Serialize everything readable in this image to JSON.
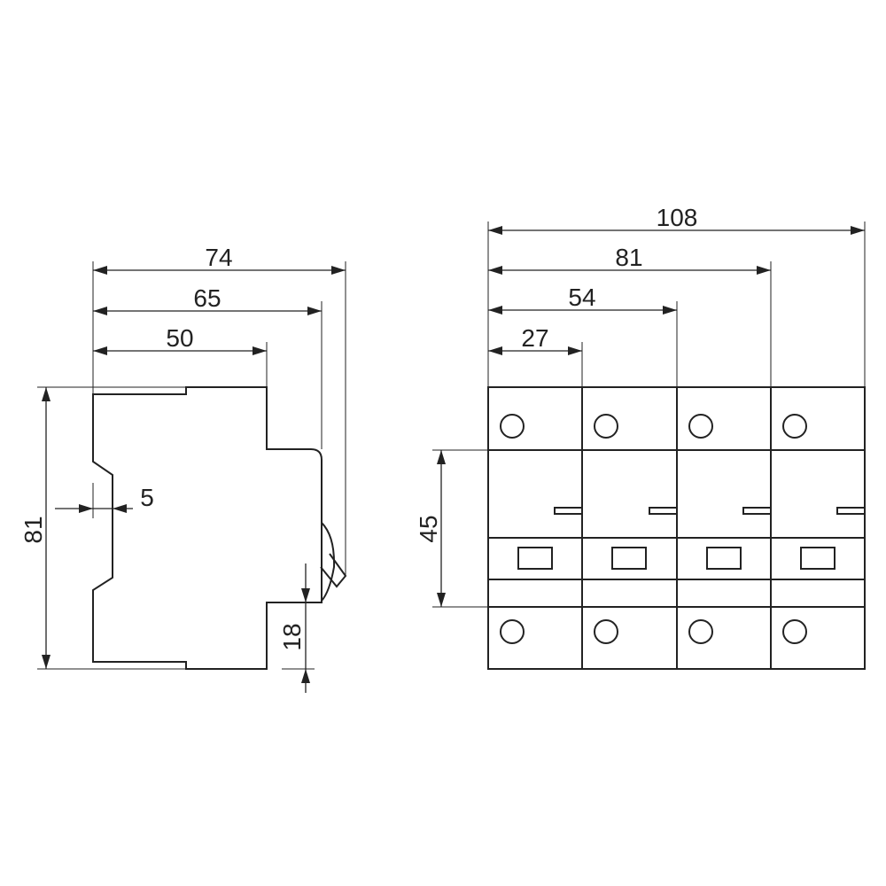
{
  "side_view": {
    "dimensions": {
      "overall_depth": "74",
      "depth_to_front": "65",
      "depth_to_shoulder": "50",
      "overall_height": "81",
      "rail_clearance": "5",
      "front_face_offset": "18"
    }
  },
  "front_view": {
    "dimensions": {
      "width_4_pole": "108",
      "width_3_pole": "81",
      "width_2_pole": "54",
      "width_1_pole": "27",
      "front_face_height": "45"
    },
    "poles": [
      {
        "pole": 1
      },
      {
        "pole": 2
      },
      {
        "pole": 3
      },
      {
        "pole": 4
      }
    ]
  }
}
